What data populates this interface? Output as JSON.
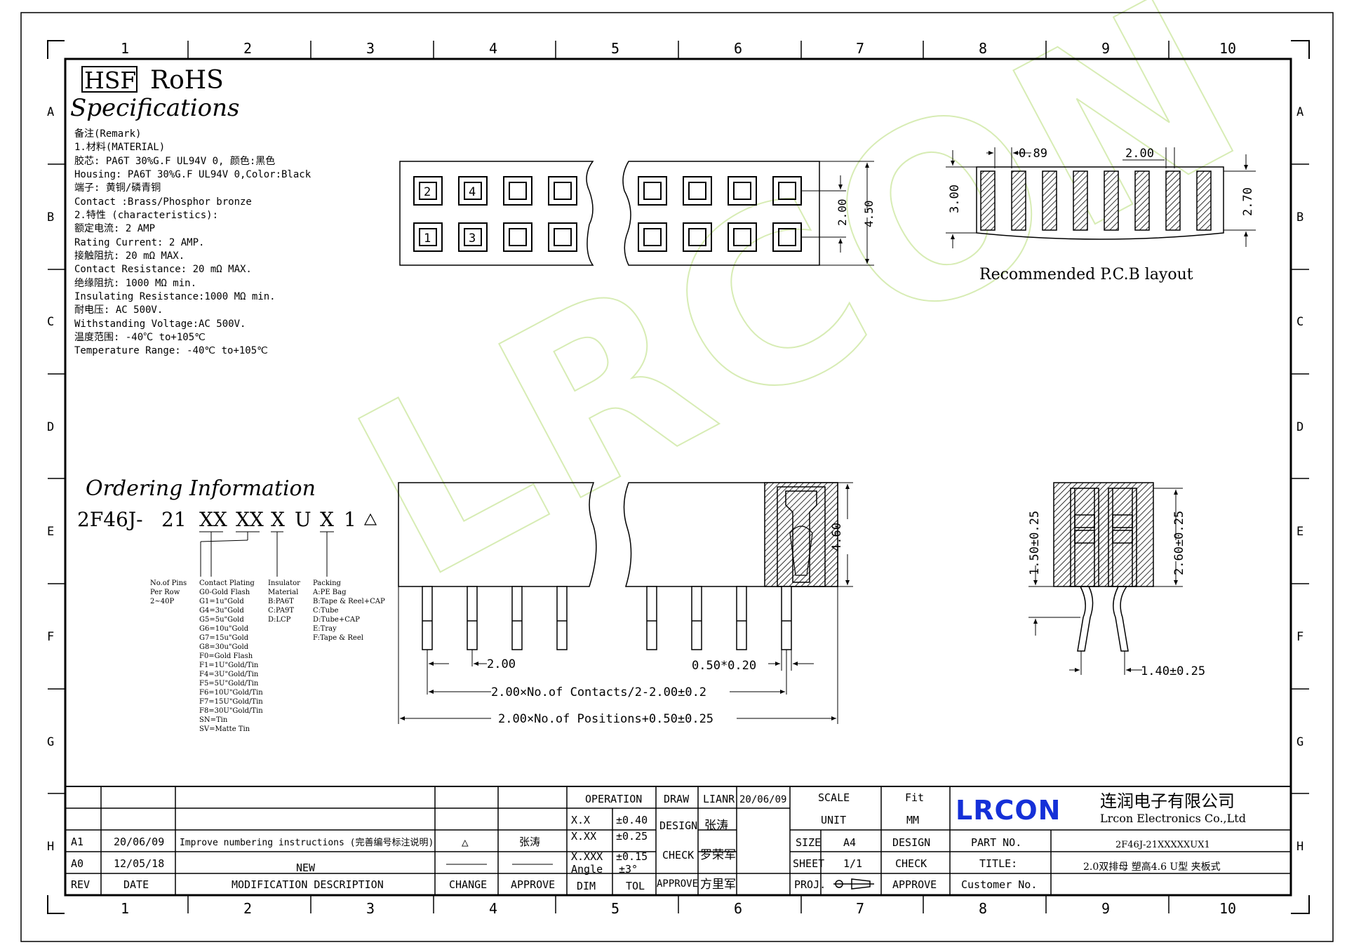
{
  "header": {
    "hsf": "HSF",
    "rohs": "RoHS",
    "spec_title": "Specifications"
  },
  "spec_lines": [
    "备注(Remark)",
    "1.材料(MATERIAL)",
    "胶芯: PA6T 30%G.F UL94V 0, 颜色:黑色",
    "Housing: PA6T 30%G.F UL94V 0,Color:Black",
    "端子: 黄铜/磷青铜",
    "Contact :Brass/Phosphor bronze",
    "2.特性 (characteristics):",
    "额定电流: 2 AMP",
    "Rating Current: 2 AMP.",
    "接触阻抗: 20 mΩ MAX.",
    "Contact Resistance: 20 mΩ MAX.",
    "绝缘阻抗: 1000 MΩ min.",
    "Insulating Resistance:1000 MΩ  min.",
    "耐电压: AC 500V.",
    "Withstanding Voltage:AC 500V.",
    "温度范围: -40℃ to+105℃",
    "Temperature Range: -40℃ to+105℃"
  ],
  "grid": {
    "columns": [
      "1",
      "2",
      "3",
      "4",
      "5",
      "6",
      "7",
      "8",
      "9",
      "10"
    ],
    "rows": [
      "A",
      "B",
      "C",
      "D",
      "E",
      "F",
      "G",
      "H"
    ]
  },
  "top_view": {
    "pin_labels": [
      "2",
      "4",
      "1",
      "3"
    ],
    "dim_pitch": "2.00",
    "dim_width": "4.50"
  },
  "pcb": {
    "dim_pad": "0.89",
    "dim_pitch": "2.00",
    "dim_left": "3.00",
    "dim_right": "2.70",
    "caption": "Recommended P.C.B layout"
  },
  "ordering": {
    "title": "Ordering Information",
    "code_parts": [
      "2F46J-",
      "21",
      "XX",
      "XX",
      "X",
      "U",
      "X",
      "1"
    ],
    "legend": [
      {
        "head": "No.of Pins",
        "items": [
          "Per Row",
          "2~40P"
        ]
      },
      {
        "head": "Contact Plating",
        "items": [
          "G0-Gold Flash",
          "G1=1u\"Gold",
          "G4=3u\"Gold",
          "G5=5u\"Gold",
          "G6=10u\"Gold",
          "G7=15u\"Gold",
          "G8=30u\"Gold",
          "F0=Gold Flash",
          "F1=1U\"Gold/Tin",
          "F4=3U\"Gold/Tin",
          "F5=5U\"Gold/Tin",
          "F6=10U\"Gold/Tin",
          "F7=15U\"Gold/Tin",
          "F8=30U\"Gold/Tin",
          "SN=Tin",
          "SV=Matte Tin"
        ]
      },
      {
        "head": "Insulator",
        "items": [
          "Material",
          "B:PA6T",
          "C:PA9T",
          "D:LCP"
        ]
      },
      {
        "head": "Packing",
        "items": [
          "A:PE Bag",
          "B:Tape & Reel+CAP",
          "C:Tube",
          "D:Tube+CAP",
          "E:Tray",
          "F:Tape & Reel"
        ]
      }
    ]
  },
  "front_view": {
    "dim_height": "4.60",
    "dim_pitch": "2.00",
    "dim_pin": "0.50*0.20",
    "dim_contacts": "2.00×No.of Contacts/2-2.00±0.2",
    "dim_positions": "2.00×No.of Positions+0.50±0.25"
  },
  "side_view": {
    "dim_a": "1.50±0.25",
    "dim_b": "2.60±0.25",
    "dim_c": "1.40±0.25"
  },
  "title_block": {
    "operation": "OPERATION",
    "tolerances": [
      [
        "X.X",
        "±0.40"
      ],
      [
        "X.XX",
        "±0.25"
      ],
      [
        "X.XXX",
        "±0.15"
      ],
      [
        "Angle",
        "±3°"
      ]
    ],
    "dim_label": "DIM",
    "tol_label": "TOL",
    "draw": "DRAW",
    "draw_name": "LIANR",
    "draw_date": "20/06/09",
    "design": "DESIGN",
    "design_name": "张涛",
    "check": "CHECK",
    "check_name": "罗荣军",
    "approve": "APPROVE",
    "approve_name": "方里军",
    "scale": "SCALE",
    "scale_val": "Fit",
    "unit": "UNIT",
    "unit_val": "MM",
    "size": "SIZE",
    "size_val": "A4",
    "size_design": "DESIGN",
    "sheet": "SHEET",
    "sheet_val": "1/1",
    "sheet_check": "CHECK",
    "proj": "PROJ.",
    "proj_approve": "APPROVE",
    "company_logo": "LRCON",
    "company_cn": "连润电子有限公司",
    "company_en": "Lrcon Electronics Co.,Ltd",
    "part_no_label": "PART NO.",
    "part_no": "2F46J-21XXXXXUX1",
    "title_label": "TITLE:",
    "title": "2.0双排母 塑高4.6 U型  夹板式",
    "customer_no": "Customer No."
  },
  "revisions": {
    "headers": [
      "REV",
      "DATE",
      "MODIFICATION DESCRIPTION",
      "CHANGE",
      "APPROVE"
    ],
    "rows": [
      {
        "rev": "A1",
        "date": "20/06/09",
        "desc": "Improve numbering instructions (完善编号标注说明)",
        "change": "△",
        "approve": "张涛"
      },
      {
        "rev": "A0",
        "date": "12/05/18",
        "desc": "NEW",
        "change": "",
        "approve": ""
      }
    ]
  },
  "watermark": "LRCON"
}
